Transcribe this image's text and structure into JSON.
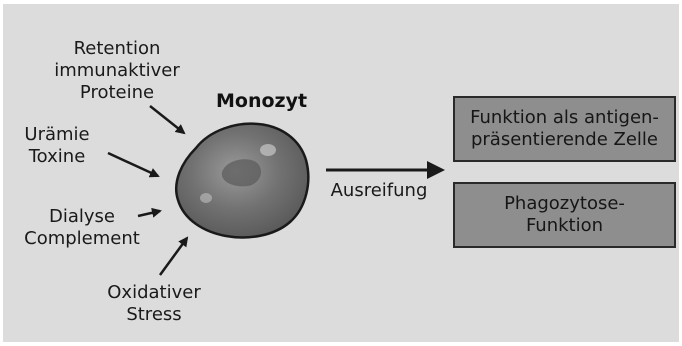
{
  "title": "Monozyt",
  "influences": {
    "retention": [
      "Retention",
      "immunaktiver",
      "Proteine"
    ],
    "uraemie": [
      "Urämie",
      "Toxine"
    ],
    "dialyse": [
      "Dialyse",
      "Complement"
    ],
    "oxidativ": [
      "Oxidativer",
      "Stress"
    ]
  },
  "process_label": "Ausreifung",
  "outcomes": [
    [
      "Funktion als antigen-",
      "präsentierende Zelle"
    ],
    [
      "Phagozytose-",
      "Funktion"
    ]
  ],
  "colors": {
    "background": "#dcdcdc",
    "box_fill": "#8e8e8e",
    "cell_fill": "#6e6e6e",
    "stroke": "#1a1a1a"
  }
}
